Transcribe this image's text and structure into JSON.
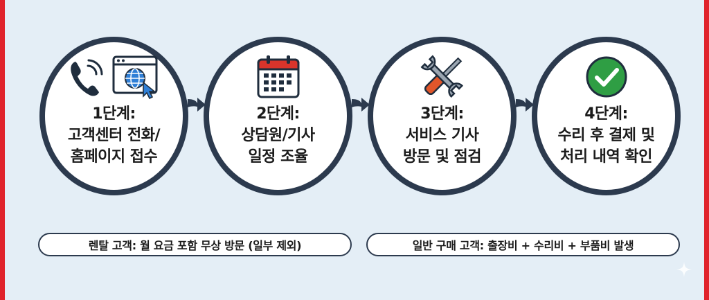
{
  "steps": [
    {
      "id": "step1",
      "icons": [
        "phone-icon",
        "web-browser-icon"
      ],
      "lines": [
        "1단계:",
        "고객센터 전화/",
        "홈페이지 접수"
      ]
    },
    {
      "id": "step2",
      "icons": [
        "calendar-icon"
      ],
      "lines": [
        "2단계:",
        "상담원/기사",
        "일정 조율"
      ]
    },
    {
      "id": "step3",
      "icons": [
        "tools-icon"
      ],
      "lines": [
        "3단계:",
        "서비스 기사",
        "방문 및 점검"
      ]
    },
    {
      "id": "step4",
      "icons": [
        "check-circle-icon"
      ],
      "lines": [
        "4단계:",
        "수리 후 결제 및",
        "처리 내역 확인"
      ]
    }
  ],
  "notes": {
    "rental": "렌탈 고객: 월 요금 포함 무상 방문 (일부 제외)",
    "purchase": "일반 구매 고객: 출장비 + 수리비 + 부품비 발생"
  },
  "colors": {
    "frame_border": "#e0232b",
    "background": "#e4eef6",
    "circle_border": "#2c3a4e",
    "calendar_red": "#d9342b",
    "check_green": "#2f9e44",
    "tool_orange": "#e0562a",
    "phone_dark": "#1f2d3d",
    "globe_blue": "#2f7fd6"
  }
}
